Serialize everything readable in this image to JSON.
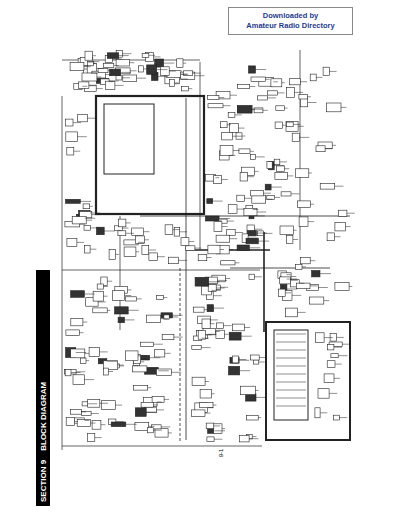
{
  "diagram": {
    "nodes": [
      {
        "text": [
          "Downloaded by",
          "Amateur Radio Directory"
        ]
      },
      {
        "text": [
          "SECTION 9",
          "BLOCK DIAGRAM"
        ]
      }
    ],
    "labels": [
      "9-1"
    ]
  }
}
